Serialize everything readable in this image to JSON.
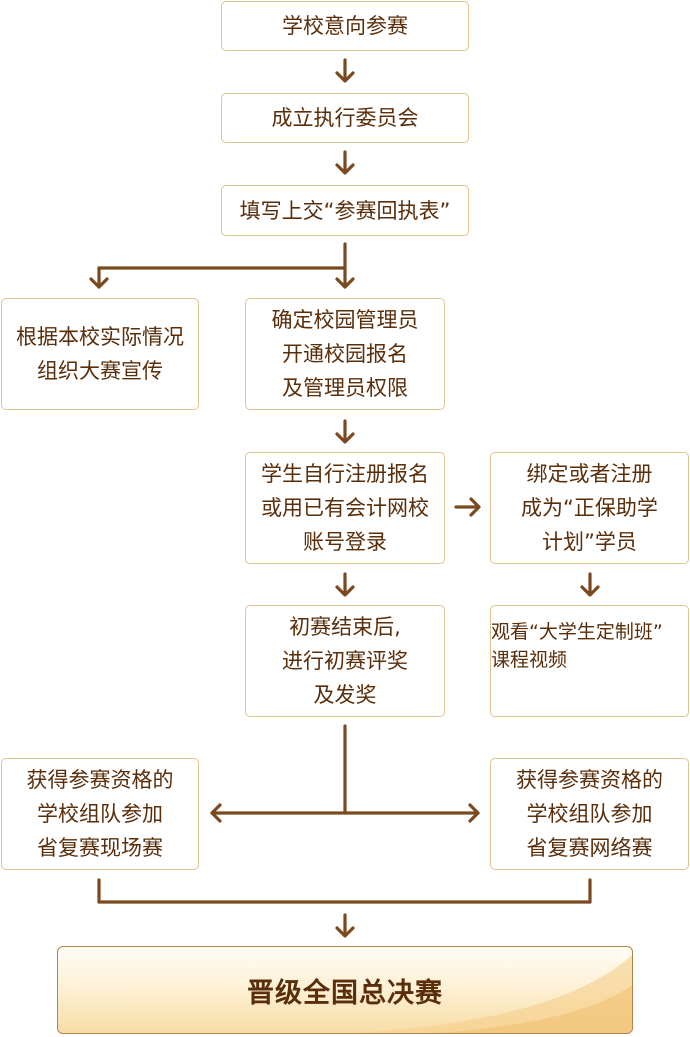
{
  "steps": {
    "intent": "学校意向参赛",
    "committee": "成立执行委员会",
    "form": "填写上交“参赛回执表”",
    "promote": [
      "根据本校实际情况",
      "组织大赛宣传"
    ],
    "admin": [
      "确定校园管理员",
      "开通校园报名",
      "及管理员权限"
    ],
    "register": [
      "学生自行注册报名",
      "或用已有会计网校",
      "账号登录"
    ],
    "bind": [
      "绑定或者注册",
      "成为“正保助学",
      "计划”学员"
    ],
    "prelim": [
      "初赛结束后,",
      "进行初赛评奖",
      "及发奖"
    ],
    "watch": [
      "观看“大学生定制班”",
      "课程视频"
    ],
    "onsite": [
      "获得参赛资格的",
      "学校组队参加",
      "省复赛现场赛"
    ],
    "online": [
      "获得参赛资格的",
      "学校组队参加",
      "省复赛网络赛"
    ],
    "final": "晋级全国总决赛"
  },
  "colors": {
    "connector": "#7a4a1e",
    "box_border": "#e3c38e",
    "text": "#5a2e0a",
    "final_fill": "#f8dda6"
  }
}
